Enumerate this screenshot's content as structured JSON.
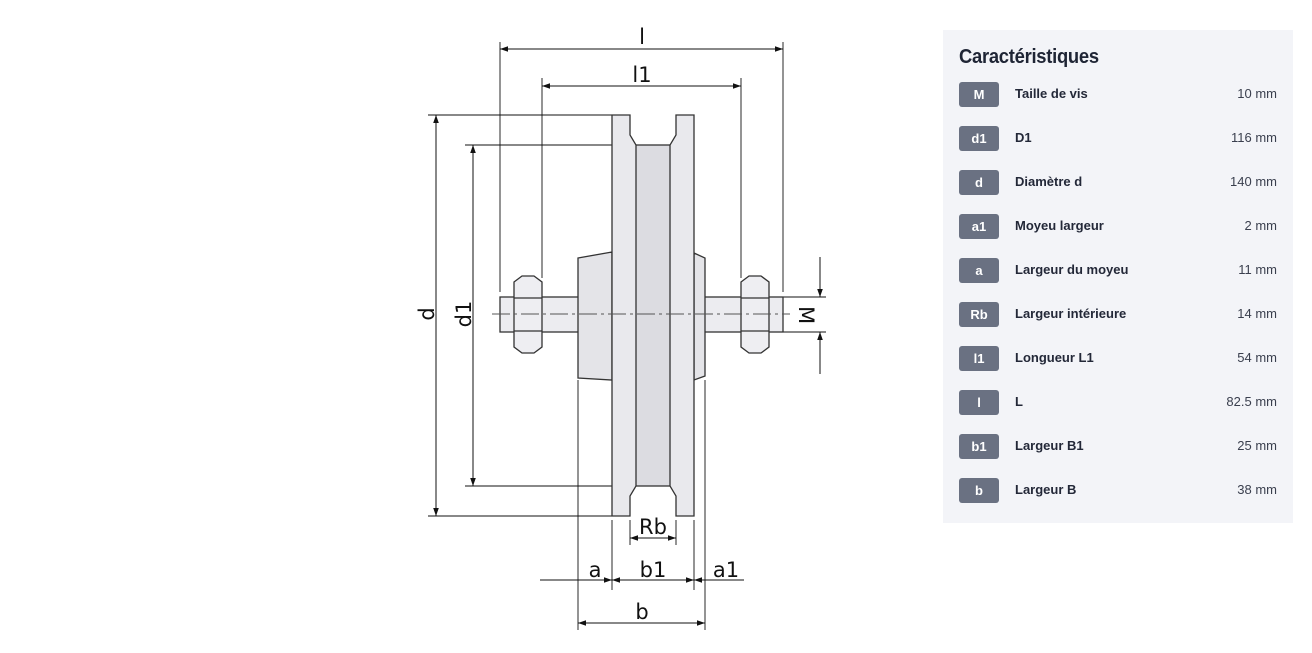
{
  "diagram": {
    "labels": {
      "l": "l",
      "l1": "l1",
      "d": "d",
      "d1": "d1",
      "M": "M",
      "Rb": "Rb",
      "a": "a",
      "b1": "b1",
      "a1": "a1",
      "b": "b"
    }
  },
  "panel": {
    "title": "Caractéristiques",
    "rows": [
      {
        "code": "M",
        "label": "Taille de vis",
        "value": "10 mm"
      },
      {
        "code": "d1",
        "label": "D1",
        "value": "116 mm"
      },
      {
        "code": "d",
        "label": "Diamètre d",
        "value": "140 mm"
      },
      {
        "code": "a1",
        "label": "Moyeu largeur",
        "value": "2 mm"
      },
      {
        "code": "a",
        "label": "Largeur du moyeu",
        "value": "11 mm"
      },
      {
        "code": "Rb",
        "label": "Largeur intérieure",
        "value": "14 mm"
      },
      {
        "code": "l1",
        "label": "Longueur L1",
        "value": "54 mm"
      },
      {
        "code": "l",
        "label": "L",
        "value": "82.5 mm"
      },
      {
        "code": "b1",
        "label": "Largeur B1",
        "value": "25 mm"
      },
      {
        "code": "b",
        "label": "Largeur B",
        "value": "38 mm"
      }
    ]
  },
  "colors": {
    "badge": "#6a7182",
    "panel_bg": "#f3f4f8",
    "part_fill": "#e6e6ea",
    "groove_fill": "#d8d8dd"
  }
}
